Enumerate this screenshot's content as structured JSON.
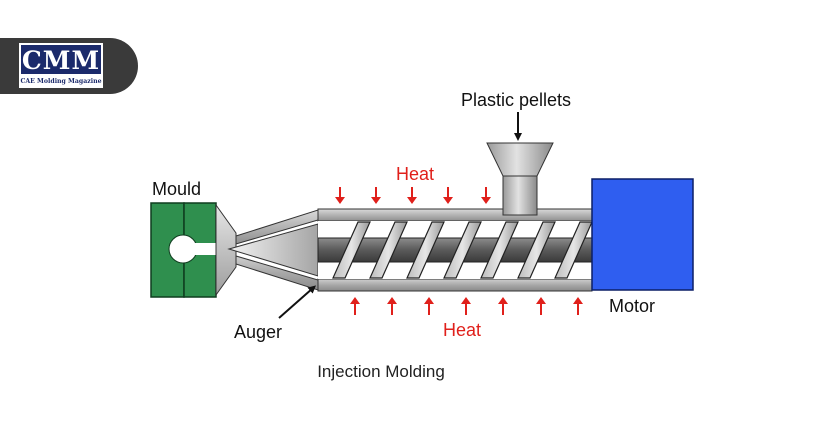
{
  "logo": {
    "title": "CMM",
    "subtitle": "CAE Molding Magazine"
  },
  "diagram": {
    "labels": {
      "mould": "Mould",
      "plastic_pellets": "Plastic pellets",
      "heat_top": "Heat",
      "heat_bottom": "Heat",
      "motor": "Motor",
      "auger": "Auger"
    },
    "caption": "Injection Molding"
  },
  "colors": {
    "mould": "#2f8f4e",
    "motor": "#2f5ef0",
    "heat_arrows": "#e0201b",
    "logo_band": "#3a3a3a",
    "logo_box": "#1b2a6b"
  }
}
